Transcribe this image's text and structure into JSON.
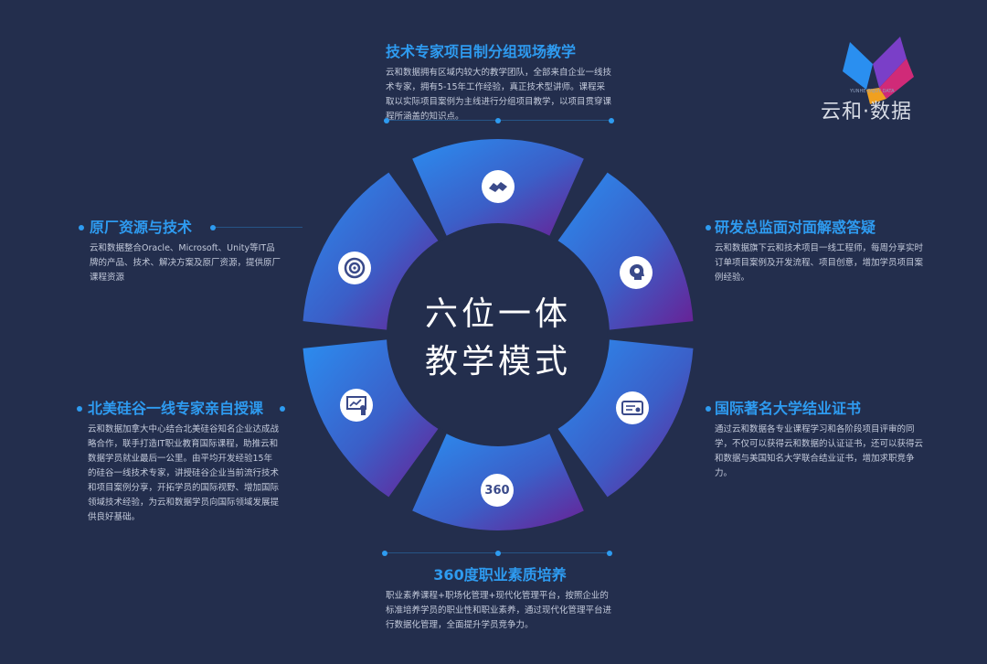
{
  "center": {
    "line1": "六位一体",
    "line2": "教学模式"
  },
  "logo": {
    "text": "云和·数据",
    "tagline": "YUNHE ENJOY DATA"
  },
  "sections": {
    "top": {
      "title": "技术专家项目制分组现场教学",
      "body": "云和数据拥有区域内较大的教学团队，全部来自企业一线技术专家，拥有5-15年工作经验，真正技术型讲师。课程采取以实际项目案例为主线进行分组项目教学，以项目贯穿课程所涵盖的知识点。"
    },
    "upper_left": {
      "title": "原厂资源与技术",
      "body": "云和数据整合Oracle、Microsoft、Unity等IT品牌的产品、技术、解决方案及原厂资源，提供原厂课程资源"
    },
    "upper_right": {
      "title": "研发总监面对面解惑答疑",
      "body": "云和数据旗下云和技术项目一线工程师，每周分享实时订单项目案例及开发流程、项目创意，增加学员项目案例经验。"
    },
    "lower_left": {
      "title": "北美硅谷一线专家亲自授课",
      "body": "云和数据加拿大中心结合北美硅谷知名企业达成战略合作，联手打造IT职业教育国际课程，助推云和数据学员就业最后一公里。由平均开发经验15年的硅谷一线技术专家，讲授硅谷企业当前流行技术和项目案例分享，开拓学员的国际视野、增加国际领域技术经验，为云和数据学员向国际领域发展提供良好基础。"
    },
    "lower_right": {
      "title": "国际著名大学结业证书",
      "body": "通过云和数据各专业课程学习和各阶段项目评审的同学，不仅可以获得云和数据的认证证书，还可以获得云和数据与美国知名大学联合结业证书，增加求职竞争力。"
    },
    "bottom": {
      "title": "360度职业素质培养",
      "body": "职业素养课程+职场化管理+现代化管理平台，按照企业的标准培养学员的职业性和职业素养，通过现代化管理平台进行数据化管理，全面提升学员竞争力。"
    }
  },
  "icons": {
    "top": "handshake-icon",
    "upper_left": "target-icon",
    "upper_right": "brain-head-icon",
    "lower_left": "presentation-icon",
    "lower_right": "certificate-icon",
    "bottom": "360-badge"
  },
  "icon_text": {
    "bottom": "360"
  },
  "colors": {
    "background": "#232e4d",
    "accent": "#2e9bf0",
    "segment_blue": "#2f7fe0",
    "segment_purple": "#5a2a9a"
  }
}
